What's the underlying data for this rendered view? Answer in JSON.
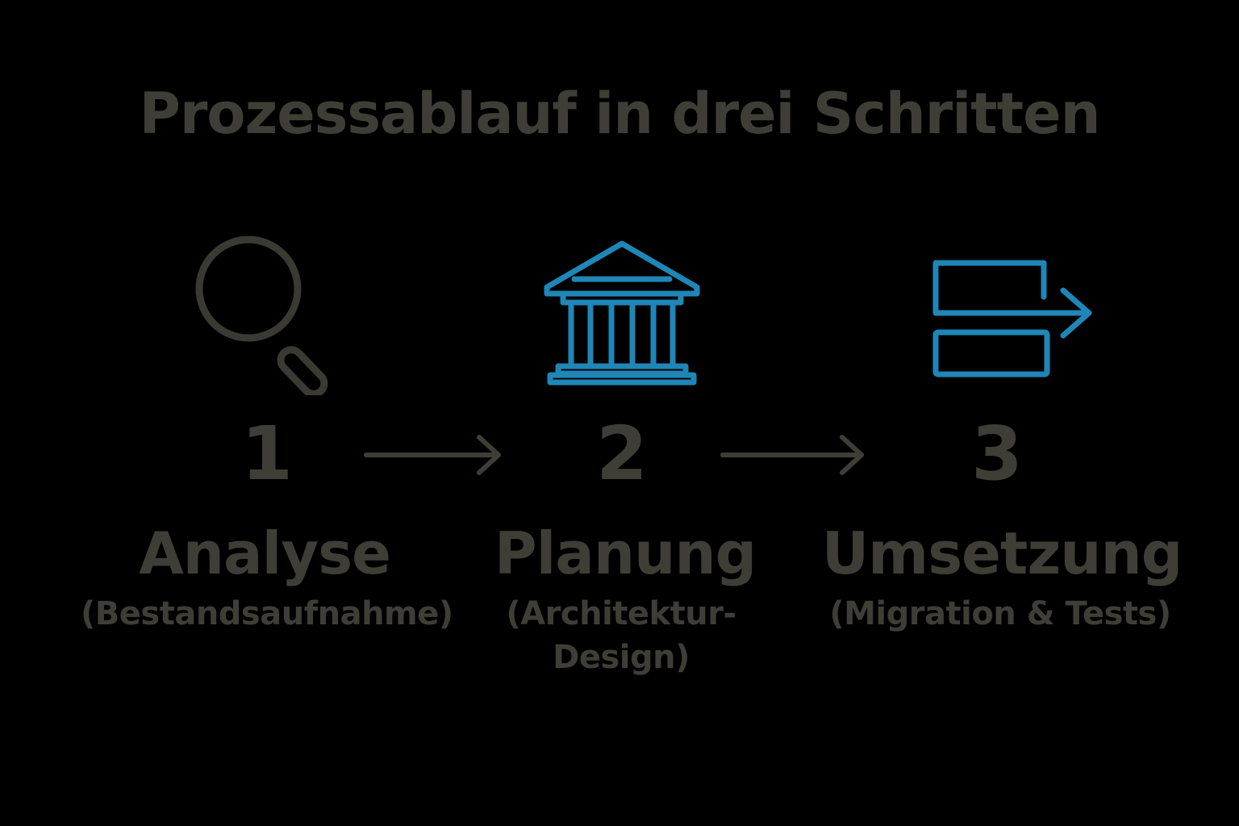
{
  "title": "Prozessablauf in drei Schritten",
  "colors": {
    "background": "#000000",
    "text": "#3f3e36",
    "muted_icon": "#3a3a33",
    "accent": "#1f86b8"
  },
  "steps": [
    {
      "number": "1",
      "label": "Analyse",
      "sublabel": "(Bestandsaufnahme)",
      "icon": "magnifier-icon"
    },
    {
      "number": "2",
      "label": "Planung",
      "sublabel": "(Architektur-Design)",
      "icon": "building-columns-icon"
    },
    {
      "number": "3",
      "label": "Umsetzung",
      "sublabel": "(Migration & Tests)",
      "icon": "migration-transfer-icon"
    }
  ]
}
